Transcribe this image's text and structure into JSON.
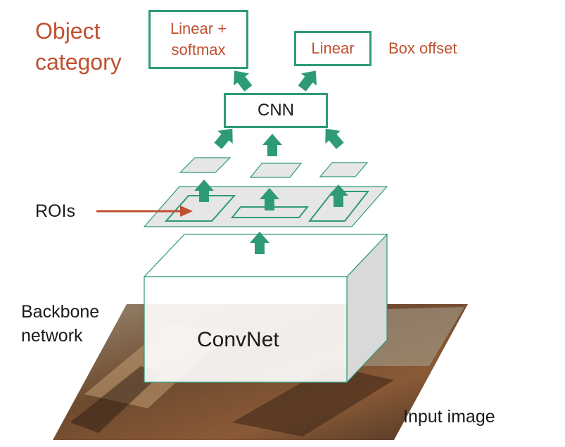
{
  "labels": {
    "object_category": "Object category",
    "object_category_line1": "Object",
    "object_category_line2": "category",
    "linear_softmax_line1": "Linear +",
    "linear_softmax_line2": "softmax",
    "linear": "Linear",
    "box_offset": "Box offset",
    "cnn": "CNN",
    "rois": "ROIs",
    "backbone_line1": "Backbone",
    "backbone_line2": "network",
    "convnet": "ConvNet",
    "input_image": "Input image"
  },
  "colors": {
    "teal": "#2e9a78",
    "arrow_fill": "#2e9a78",
    "accent_red": "#c0502e",
    "plane_fill": "#e6e6e6",
    "box_side": "#d9d9d9"
  },
  "icons": {
    "arrow": "up-arrow-icon",
    "photo": "input-image-photo"
  }
}
